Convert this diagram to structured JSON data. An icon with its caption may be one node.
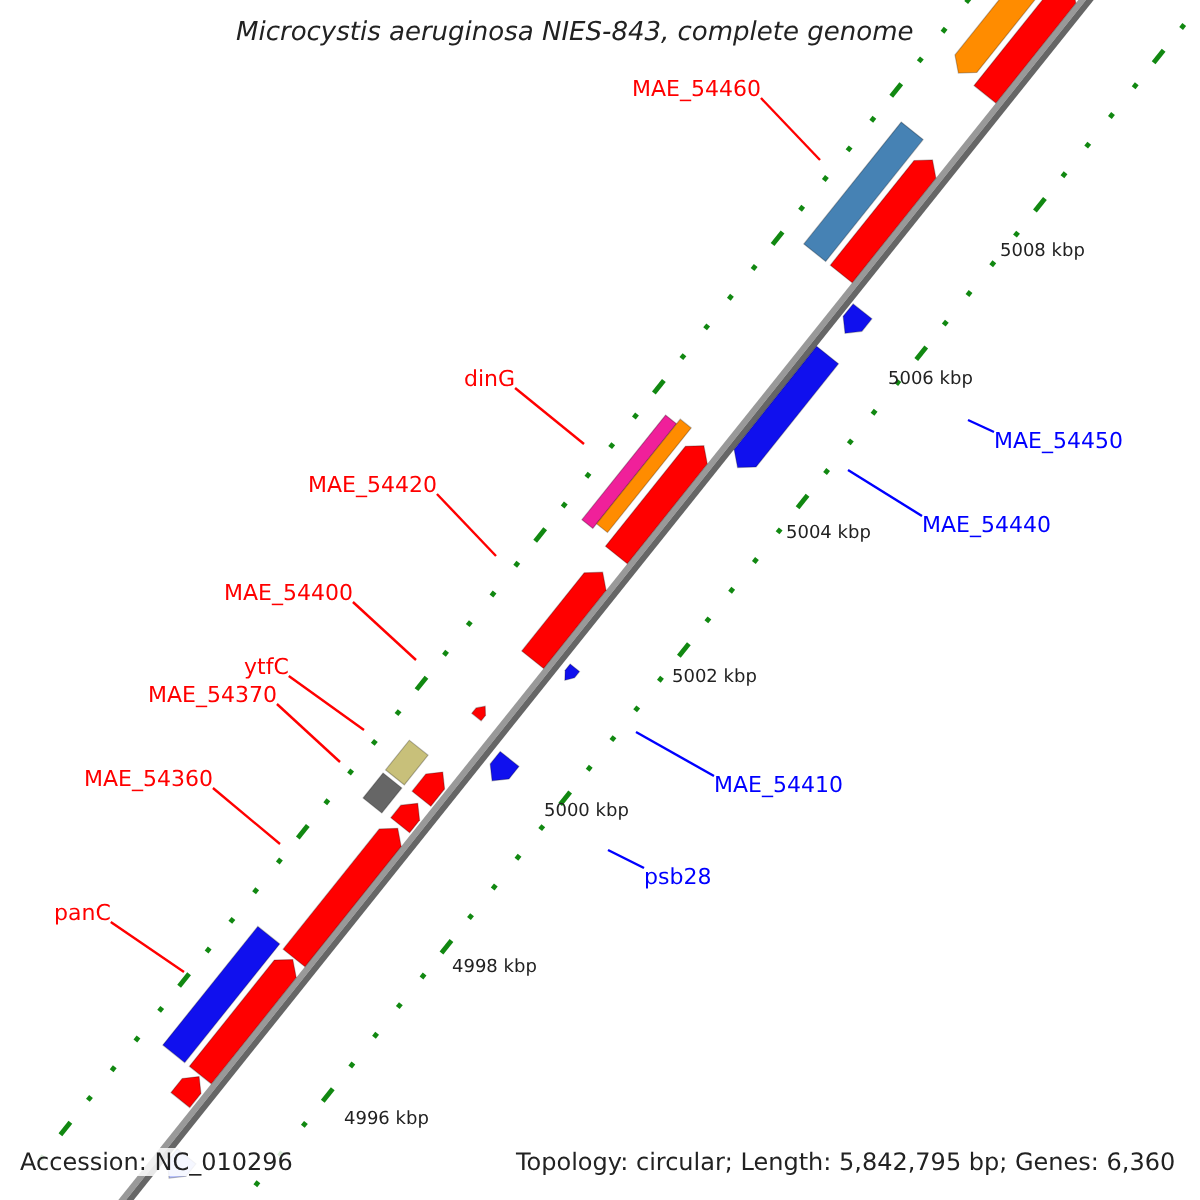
{
  "diagram": {
    "title": "Microcystis aeruginosa NIES-843, complete genome",
    "nodes": [
      {
        "text": [
          "MAE_54460"
        ]
      },
      {
        "text": [
          "dinG"
        ]
      },
      {
        "text": [
          "MAE_54450"
        ]
      },
      {
        "text": [
          "MAE_54420"
        ]
      },
      {
        "text": [
          "MAE_54440"
        ]
      },
      {
        "text": [
          "MAE_54400"
        ]
      },
      {
        "text": [
          "ytfC"
        ]
      },
      {
        "text": [
          "MAE_54370"
        ]
      },
      {
        "text": [
          "MAE_54410"
        ]
      },
      {
        "text": [
          "MAE_54360"
        ]
      },
      {
        "text": [
          "psb28"
        ]
      },
      {
        "text": [
          "panC"
        ]
      }
    ],
    "edges": [
      {
        "from": 0,
        "to": null,
        "arrow": "none"
      },
      {
        "from": 1,
        "to": null,
        "arrow": "none"
      },
      {
        "from": 2,
        "to": null,
        "arrow": "none",
        "color": "#0000ff"
      },
      {
        "from": 3,
        "to": null,
        "arrow": "none"
      },
      {
        "from": 4,
        "to": null,
        "arrow": "none",
        "color": "#0000ff"
      },
      {
        "from": 5,
        "to": null,
        "arrow": "none"
      },
      {
        "from": 6,
        "to": null,
        "arrow": "none"
      },
      {
        "from": 7,
        "to": null,
        "arrow": "none"
      },
      {
        "from": 8,
        "to": null,
        "arrow": "none",
        "color": "#0000ff"
      },
      {
        "from": 9,
        "to": null,
        "arrow": "none"
      },
      {
        "from": 10,
        "to": null,
        "arrow": "none",
        "color": "#0000ff"
      },
      {
        "from": 11,
        "to": null,
        "arrow": "none"
      }
    ],
    "labels": [
      "5008 kbp",
      "5006 kbp",
      "5004 kbp",
      "5002 kbp",
      "5000 kbp",
      "4998 kbp",
      "4996 kbp",
      "Accession: NC_010296",
      "Topology: circular; Length: 5,842,795 bp; Genes: 6,360"
    ]
  }
}
